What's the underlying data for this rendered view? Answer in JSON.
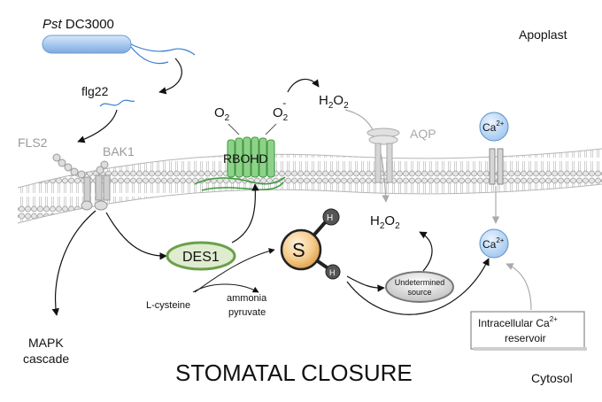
{
  "labels": {
    "pathogen_italic": "Pst",
    "pathogen_rest": " DC3000",
    "flg22": "flg22",
    "fls2": "FLS2",
    "bak1": "BAK1",
    "o2": "O",
    "o2_sub": "2",
    "o2_radical": "O",
    "o2_radical_sub": "2",
    "o2_radical_sup": "-",
    "rbohd": "RBOHD",
    "h2o2_top": "H",
    "h2o2_top_sub1": "2",
    "h2o2_top_mid": "O",
    "h2o2_top_sub2": "2",
    "aqp": "AQP",
    "ca_top": "Ca",
    "ca_top_sup": "2+",
    "apoplast": "Apoplast",
    "h2o2_in": "H",
    "h2o2_in_sub1": "2",
    "h2o2_in_mid": "O",
    "h2o2_in_sub2": "2",
    "ca_in": "Ca",
    "ca_in_sup": "2+",
    "des1": "DES1",
    "sulfur": "S",
    "hydrogen_top": "H",
    "hydrogen_bottom": "H",
    "undetermined_line1": "Undetermined",
    "undetermined_line2": "source",
    "l_cysteine": "L-cysteine",
    "ammonia": "ammonia",
    "pyruvate": "pyruvate",
    "mapk_line1": "MAPK",
    "mapk_line2": "cascade",
    "intracellular_line1": "Intracellular Ca",
    "intracellular_sup": "2+",
    "intracellular_line2": "reservoir",
    "stomatal_closure": "STOMATAL CLOSURE",
    "cytosol": "Cytosol"
  },
  "colors": {
    "membrane": "#9a9a9a",
    "receptor": "#a8a8a8",
    "rbohd_green": "#8fd18a",
    "rbohd_stroke": "#3c9a3c",
    "des1_fill": "#dfeccf",
    "des1_stroke": "#6aa04a",
    "ca_fill": "#bcd9f5",
    "ca_stroke": "#5a8fc7",
    "bacterium_fill": "#a9c9f0",
    "flagella": "#3a7fd0",
    "sulfur_fill": "#f4c98a",
    "grey_text": "#9a9a9a"
  }
}
